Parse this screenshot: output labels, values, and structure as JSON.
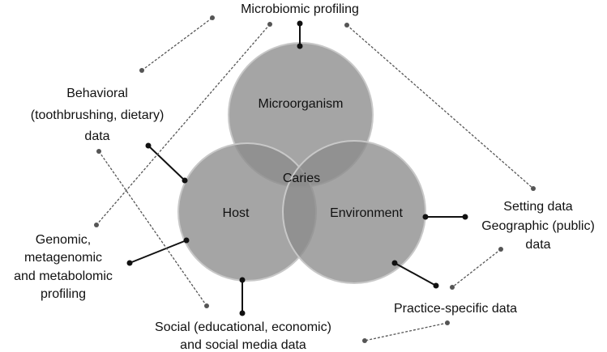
{
  "circles": {
    "microorganism": "Microorganism",
    "host": "Host",
    "environment": "Environment",
    "center": "Caries"
  },
  "labels": {
    "microbiomic": "Microbiomic profiling",
    "behavioral_1": "Behavioral",
    "behavioral_2": "(toothbrushing, dietary)",
    "behavioral_3": "data",
    "genomic_1": "Genomic,",
    "genomic_2": "metagenomic",
    "genomic_3": "and metabolomic",
    "genomic_4": "profiling",
    "setting_1": "Setting data",
    "setting_2": "Geographic (public)",
    "setting_3": "data",
    "practice": "Practice-specific data",
    "social_1": "Social (educational, economic)",
    "social_2": "and social media data"
  },
  "colors": {
    "circle_fill": "#8c8c8c",
    "circle_stroke": "#c4c4c4",
    "connector": "#111111",
    "dashed": "#555555"
  }
}
